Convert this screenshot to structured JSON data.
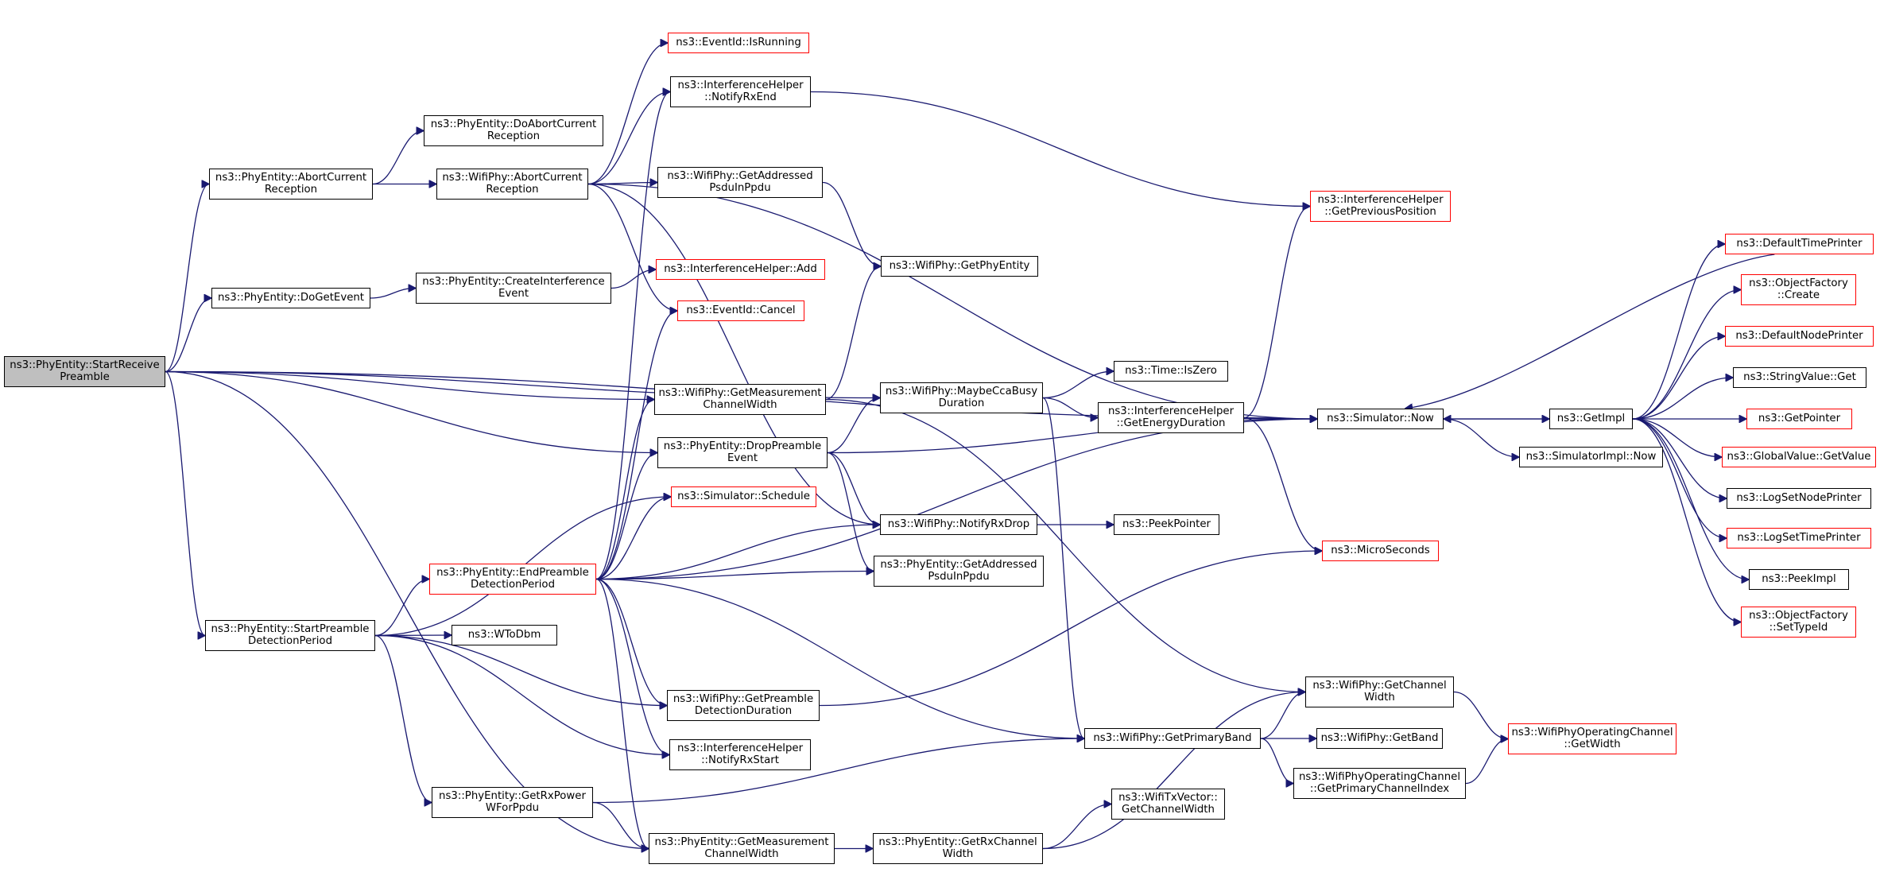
{
  "colors": {
    "edge": "#191970",
    "border": "#000000",
    "missing_border": "#ff0000",
    "root_fill": "#bfbfbf"
  },
  "nodes": [
    {
      "id": "startReceive",
      "label": "ns3::PhyEntity::StartReceive\nPreamble",
      "style": "root"
    },
    {
      "id": "abortCurrent",
      "label": "ns3::PhyEntity::AbortCurrent\nReception"
    },
    {
      "id": "doAbort",
      "label": "ns3::PhyEntity::DoAbortCurrent\nReception"
    },
    {
      "id": "wifiAbort",
      "label": "ns3::WifiPhy::AbortCurrent\nReception"
    },
    {
      "id": "doGetEvent",
      "label": "ns3::PhyEntity::DoGetEvent"
    },
    {
      "id": "createInterf",
      "label": "ns3::PhyEntity::CreateInterference\nEvent"
    },
    {
      "id": "eventIsRunning",
      "label": "ns3::EventId::IsRunning",
      "style": "red"
    },
    {
      "id": "notifyRxEnd",
      "label": "ns3::InterferenceHelper\n::NotifyRxEnd"
    },
    {
      "id": "getAddrPsdu1",
      "label": "ns3::WifiPhy::GetAddressed\nPsduInPpdu"
    },
    {
      "id": "interfAdd",
      "label": "ns3::InterferenceHelper::Add",
      "style": "red"
    },
    {
      "id": "eventCancel",
      "label": "ns3::EventId::Cancel",
      "style": "red"
    },
    {
      "id": "getPhyEntity",
      "label": "ns3::WifiPhy::GetPhyEntity"
    },
    {
      "id": "getPrevPos",
      "label": "ns3::InterferenceHelper\n::GetPreviousPosition",
      "style": "red"
    },
    {
      "id": "getMeasCW1",
      "label": "ns3::WifiPhy::GetMeasurement\nChannelWidth"
    },
    {
      "id": "maybeCca",
      "label": "ns3::WifiPhy::MaybeCcaBusy\nDuration"
    },
    {
      "id": "timeIsZero",
      "label": "ns3::Time::IsZero"
    },
    {
      "id": "getEnergy",
      "label": "ns3::InterferenceHelper\n::GetEnergyDuration"
    },
    {
      "id": "simNow",
      "label": "ns3::Simulator::Now"
    },
    {
      "id": "dropPreamble",
      "label": "ns3::PhyEntity::DropPreamble\nEvent"
    },
    {
      "id": "simSchedule",
      "label": "ns3::Simulator::Schedule",
      "style": "red"
    },
    {
      "id": "notifyRxDrop",
      "label": "ns3::WifiPhy::NotifyRxDrop"
    },
    {
      "id": "peekPointer",
      "label": "ns3::PeekPointer"
    },
    {
      "id": "endPreamble",
      "label": "ns3::PhyEntity::EndPreamble\nDetectionPeriod",
      "style": "red"
    },
    {
      "id": "getAddrPsdu2",
      "label": "ns3::PhyEntity::GetAddressed\nPsduInPpdu"
    },
    {
      "id": "microSeconds",
      "label": "ns3::MicroSeconds",
      "style": "red"
    },
    {
      "id": "startPreambleDet",
      "label": "ns3::PhyEntity::StartPreamble\nDetectionPeriod"
    },
    {
      "id": "wToDbm",
      "label": "ns3::WToDbm"
    },
    {
      "id": "getPreambleDur",
      "label": "ns3::WifiPhy::GetPreamble\nDetectionDuration"
    },
    {
      "id": "getChannelWidth",
      "label": "ns3::WifiPhy::GetChannel\nWidth"
    },
    {
      "id": "getPrimaryBand",
      "label": "ns3::WifiPhy::GetPrimaryBand"
    },
    {
      "id": "getBand",
      "label": "ns3::WifiPhy::GetBand"
    },
    {
      "id": "notifyRxStart",
      "label": "ns3::InterferenceHelper\n::NotifyRxStart"
    },
    {
      "id": "getRxPower",
      "label": "ns3::PhyEntity::GetRxPower\nWForPpdu"
    },
    {
      "id": "getPrimaryChIdx",
      "label": "ns3::WifiPhyOperatingChannel\n::GetPrimaryChannelIndex"
    },
    {
      "id": "opChGetWidth",
      "label": "ns3::WifiPhyOperatingChannel\n::GetWidth",
      "style": "red"
    },
    {
      "id": "txGetCW",
      "label": "ns3::WifiTxVector::\nGetChannelWidth"
    },
    {
      "id": "getMeasCW2",
      "label": "ns3::PhyEntity::GetMeasurement\nChannelWidth"
    },
    {
      "id": "getRxChWidth",
      "label": "ns3::PhyEntity::GetRxChannel\nWidth"
    },
    {
      "id": "getImpl",
      "label": "ns3::GetImpl"
    },
    {
      "id": "simImplNow",
      "label": "ns3::SimulatorImpl::Now"
    },
    {
      "id": "defTimePrinter",
      "label": "ns3::DefaultTimePrinter",
      "style": "red"
    },
    {
      "id": "objFactCreate",
      "label": "ns3::ObjectFactory\n::Create",
      "style": "red"
    },
    {
      "id": "defNodePrinter",
      "label": "ns3::DefaultNodePrinter",
      "style": "red"
    },
    {
      "id": "strValueGet",
      "label": "ns3::StringValue::Get"
    },
    {
      "id": "getPointer",
      "label": "ns3::GetPointer",
      "style": "red"
    },
    {
      "id": "globalValueGet",
      "label": "ns3::GlobalValue::GetValue",
      "style": "red"
    },
    {
      "id": "logSetNode",
      "label": "ns3::LogSetNodePrinter"
    },
    {
      "id": "logSetTime",
      "label": "ns3::LogSetTimePrinter",
      "style": "red"
    },
    {
      "id": "peekImpl",
      "label": "ns3::PeekImpl"
    },
    {
      "id": "objFactSetTypeId",
      "label": "ns3::ObjectFactory\n::SetTypeId",
      "style": "red"
    }
  ],
  "edges": [
    [
      "startReceive",
      "abortCurrent"
    ],
    [
      "startReceive",
      "doGetEvent"
    ],
    [
      "startReceive",
      "simNow"
    ],
    [
      "startReceive",
      "getMeasCW1"
    ],
    [
      "startReceive",
      "maybeCca"
    ],
    [
      "startReceive",
      "dropPreamble"
    ],
    [
      "startReceive",
      "startPreambleDet"
    ],
    [
      "startReceive",
      "getMeasCW2"
    ],
    [
      "abortCurrent",
      "doAbort"
    ],
    [
      "abortCurrent",
      "wifiAbort"
    ],
    [
      "wifiAbort",
      "eventIsRunning"
    ],
    [
      "wifiAbort",
      "notifyRxEnd"
    ],
    [
      "wifiAbort",
      "getAddrPsdu1"
    ],
    [
      "wifiAbort",
      "eventCancel"
    ],
    [
      "wifiAbort",
      "simNow"
    ],
    [
      "wifiAbort",
      "notifyRxDrop"
    ],
    [
      "doGetEvent",
      "createInterf"
    ],
    [
      "createInterf",
      "interfAdd"
    ],
    [
      "notifyRxEnd",
      "getPrevPos"
    ],
    [
      "getAddrPsdu1",
      "getPhyEntity"
    ],
    [
      "getMeasCW1",
      "getPhyEntity"
    ],
    [
      "getMeasCW1",
      "getChannelWidth"
    ],
    [
      "maybeCca",
      "timeIsZero"
    ],
    [
      "maybeCca",
      "getEnergy"
    ],
    [
      "maybeCca",
      "getPrimaryBand"
    ],
    [
      "getEnergy",
      "getPrevPos"
    ],
    [
      "getEnergy",
      "simNow"
    ],
    [
      "getEnergy",
      "microSeconds"
    ],
    [
      "dropPreamble",
      "maybeCca"
    ],
    [
      "dropPreamble",
      "simNow"
    ],
    [
      "dropPreamble",
      "notifyRxDrop"
    ],
    [
      "dropPreamble",
      "getAddrPsdu2"
    ],
    [
      "notifyRxDrop",
      "peekPointer"
    ],
    [
      "endPreamble",
      "notifyRxEnd"
    ],
    [
      "endPreamble",
      "eventCancel"
    ],
    [
      "endPreamble",
      "getMeasCW1"
    ],
    [
      "endPreamble",
      "dropPreamble"
    ],
    [
      "endPreamble",
      "simSchedule"
    ],
    [
      "endPreamble",
      "notifyRxDrop"
    ],
    [
      "endPreamble",
      "getAddrPsdu2"
    ],
    [
      "endPreamble",
      "simNow"
    ],
    [
      "endPreamble",
      "getPreambleDur"
    ],
    [
      "endPreamble",
      "notifyRxStart"
    ],
    [
      "endPreamble",
      "getMeasCW2"
    ],
    [
      "endPreamble",
      "getPrimaryBand"
    ],
    [
      "startPreambleDet",
      "simSchedule"
    ],
    [
      "startPreambleDet",
      "endPreamble"
    ],
    [
      "startPreambleDet",
      "wToDbm"
    ],
    [
      "startPreambleDet",
      "getPreambleDur"
    ],
    [
      "startPreambleDet",
      "notifyRxStart"
    ],
    [
      "startPreambleDet",
      "getRxPower"
    ],
    [
      "getPreambleDur",
      "microSeconds"
    ],
    [
      "getRxPower",
      "getPrimaryBand"
    ],
    [
      "getRxPower",
      "getMeasCW2"
    ],
    [
      "getPrimaryBand",
      "getChannelWidth"
    ],
    [
      "getPrimaryBand",
      "getBand"
    ],
    [
      "getPrimaryBand",
      "getPrimaryChIdx"
    ],
    [
      "getChannelWidth",
      "opChGetWidth"
    ],
    [
      "getPrimaryChIdx",
      "opChGetWidth"
    ],
    [
      "getMeasCW2",
      "getRxChWidth"
    ],
    [
      "getRxChWidth",
      "txGetCW"
    ],
    [
      "getRxChWidth",
      "getChannelWidth"
    ],
    [
      "simNow",
      "getImpl"
    ],
    [
      "simNow",
      "simImplNow"
    ],
    [
      "getImpl",
      "defTimePrinter"
    ],
    [
      "getImpl",
      "objFactCreate"
    ],
    [
      "getImpl",
      "defNodePrinter"
    ],
    [
      "getImpl",
      "strValueGet"
    ],
    [
      "getImpl",
      "getPointer"
    ],
    [
      "getImpl",
      "globalValueGet"
    ],
    [
      "getImpl",
      "logSetNode"
    ],
    [
      "getImpl",
      "logSetTime"
    ],
    [
      "getImpl",
      "peekImpl"
    ],
    [
      "getImpl",
      "objFactSetTypeId"
    ],
    [
      "getImpl",
      "simNow"
    ],
    [
      "defTimePrinter",
      "simNow"
    ]
  ]
}
